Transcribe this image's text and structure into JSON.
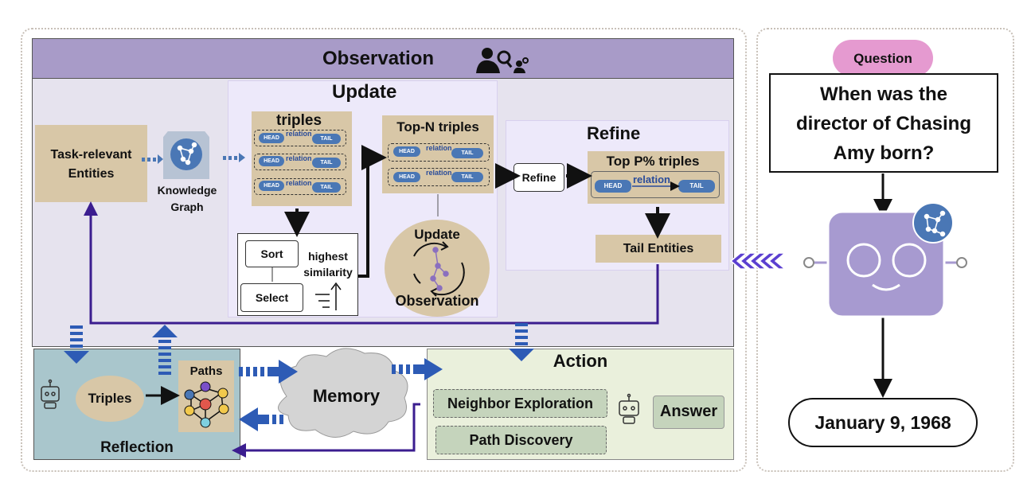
{
  "observation": {
    "title": "Observation",
    "task_entities": "Task-relevant\nEntities",
    "kg_label": "Knowledge\nGraph"
  },
  "update": {
    "title": "Update",
    "triples_title": "triples",
    "head": "HEAD",
    "relation": "relation",
    "tail": "TAIL",
    "sort": "Sort",
    "select": "Select",
    "highest_similarity": "highest\nsimilarity",
    "top_n_title": "Top-N triples",
    "cycle_top": "Update",
    "cycle_bottom": "Observation"
  },
  "refine": {
    "title": "Refine",
    "refine_button": "Refine",
    "top_p_title": "Top P% triples",
    "relation": "relation",
    "head": "HEAD",
    "tail": "TAIL",
    "tail_entities": "Tail Entities"
  },
  "reflection": {
    "title": "Reflection",
    "triples": "Triples",
    "paths": "Paths"
  },
  "memory": {
    "label": "Memory"
  },
  "action": {
    "title": "Action",
    "neighbor": "Neighbor Exploration",
    "path_discovery": "Path Discovery",
    "answer": "Answer"
  },
  "question": {
    "badge": "Question",
    "text": "When was the\ndirector of Chasing\nAmy born?",
    "answer": "January 9, 1968"
  },
  "colors": {
    "observation_header": "#a89bc8",
    "observation_bg": "#e6e3ee",
    "update_bg": "#ede9fa",
    "tan": "#d8c7a7",
    "reflection_bg": "#a9c6cc",
    "action_bg": "#eaf0dc",
    "arrow_blue": "#2d5bb5",
    "arrow_purple": "#3b1d8f",
    "robot": "#a79ad0",
    "question_pink": "#e59ad0"
  }
}
